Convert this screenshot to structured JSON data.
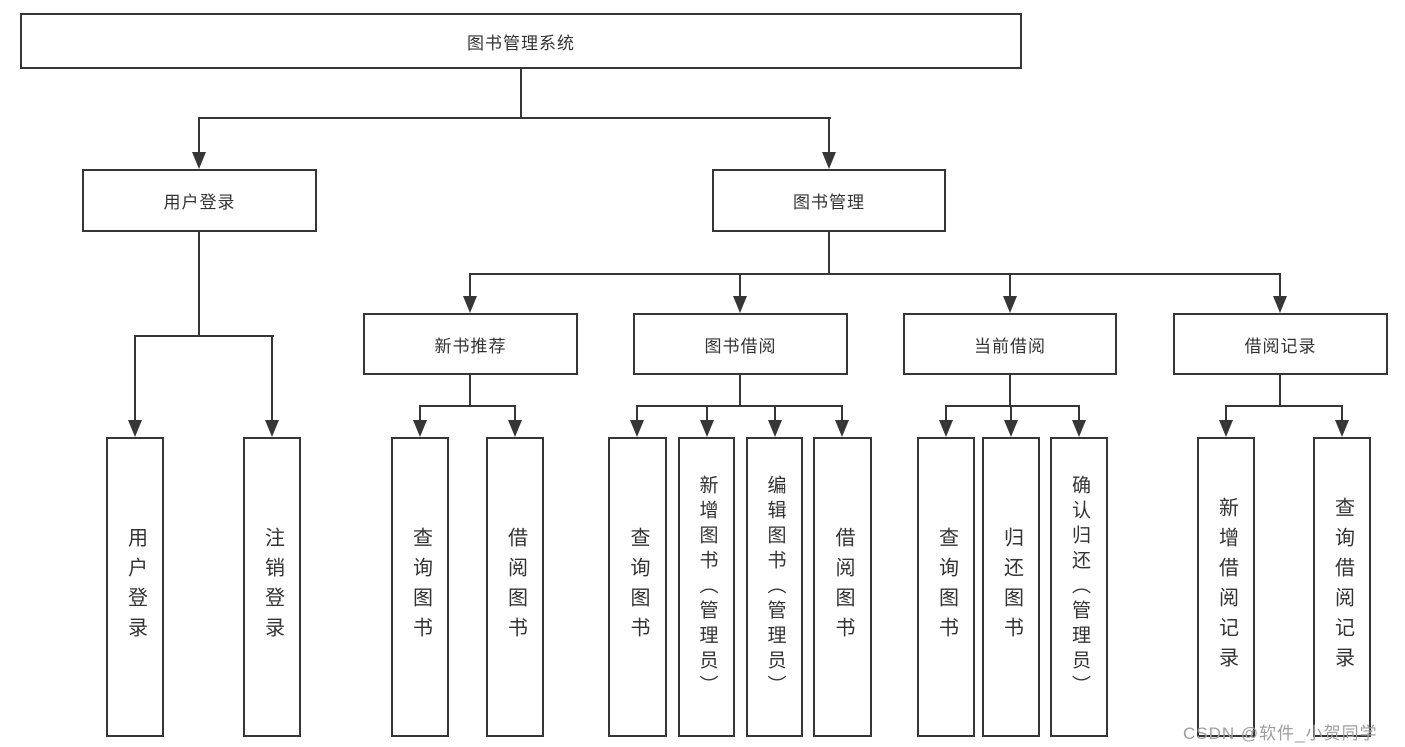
{
  "title": "图书管理系统",
  "tree": {
    "root": {
      "label": "图书管理系统"
    },
    "user_login": {
      "label": "用户登录",
      "children": [
        {
          "label": "用户登录"
        },
        {
          "label": "注销登录"
        }
      ]
    },
    "book_management": {
      "label": "图书管理",
      "sections": [
        {
          "label": "新书推荐",
          "children": [
            {
              "label": "查询图书"
            },
            {
              "label": "借阅图书"
            }
          ]
        },
        {
          "label": "图书借阅",
          "children": [
            {
              "label": "查询图书"
            },
            {
              "label": "新增图书（管理员）"
            },
            {
              "label": "编辑图书（管理员）"
            },
            {
              "label": "借阅图书"
            }
          ]
        },
        {
          "label": "当前借阅",
          "children": [
            {
              "label": "查询图书"
            },
            {
              "label": "归还图书"
            },
            {
              "label": "确认归还（管理员）"
            }
          ]
        },
        {
          "label": "借阅记录",
          "children": [
            {
              "label": "新增借阅记录"
            },
            {
              "label": "查询借阅记录"
            }
          ]
        }
      ]
    }
  },
  "watermark": {
    "text": "CSDN @软件_小贺同学"
  },
  "colors": {
    "line": "#363636",
    "text": "#333333",
    "watermark": "#9e9e9e",
    "background": "#ffffff"
  }
}
